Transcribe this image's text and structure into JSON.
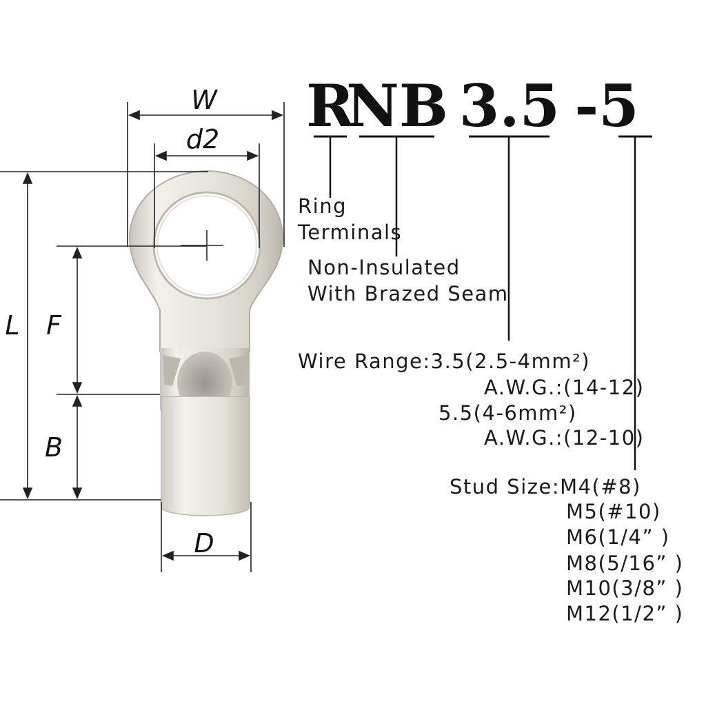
{
  "dimensions": {
    "W": "W",
    "d2": "d2",
    "L": "L",
    "F": "F",
    "B": "B",
    "D": "D"
  },
  "part_code": {
    "prefix1": "R",
    "prefix2": "NB",
    "size": "3.5",
    "stud": "-5"
  },
  "descriptions": {
    "type_line1": "Ring",
    "type_line2": "Terminals",
    "insulation_line1": "Non-Insulated",
    "insulation_line2": "With Brazed Seam",
    "wire_range_line1": "Wire Range:3.5(2.5-4mm²)",
    "wire_range_line2": "A.W.G.:(14-12)",
    "wire_range_line3": "5.5(4-6mm²)",
    "wire_range_line4": "A.W.G.:(12-10)",
    "stud_sizes": [
      "Stud Size:M4(#8)",
      "M5(#10)",
      "M6(1/4” )",
      "M8(5/16” )",
      "M10(3/8” )",
      "M12(1/2” )"
    ]
  }
}
